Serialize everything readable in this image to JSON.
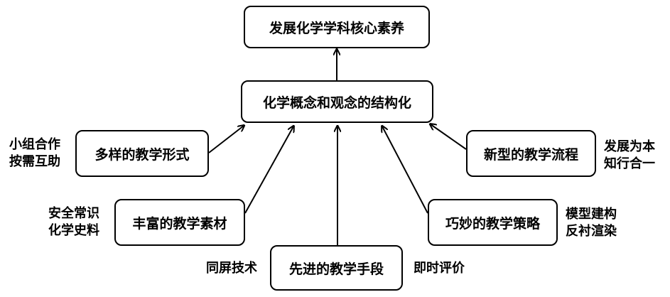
{
  "top_goal": "发展化学学科核心素养",
  "center": "化学概念和观念的结构化",
  "nodes": {
    "forms": "多样的教学形式",
    "materials": "丰富的教学素材",
    "means": "先进的教学手段",
    "strategy": "巧妙的教学策略",
    "process": "新型的教学流程"
  },
  "notes": {
    "forms": [
      "小组合作",
      "按需互助"
    ],
    "materials": [
      "安全常识",
      "化学史料"
    ],
    "means_left": "同屏技术",
    "means_right": "即时评价",
    "strategy": [
      "模型建构",
      "反衬渲染"
    ],
    "process": [
      "发展为本",
      "知行合一"
    ]
  }
}
